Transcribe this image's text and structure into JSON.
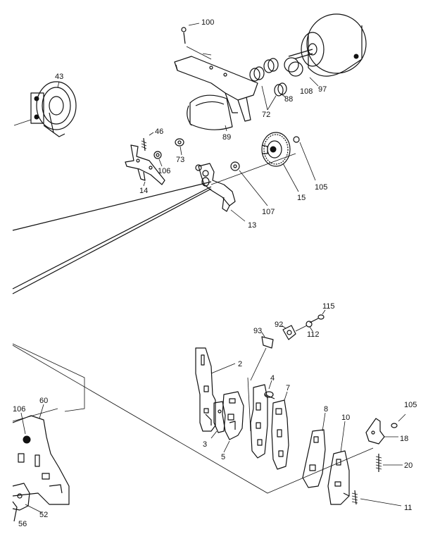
{
  "labels": {
    "p100": "100",
    "p43": "43",
    "p97": "97",
    "p108": "108",
    "p88": "88",
    "p72": "72",
    "p89": "89",
    "p46": "46",
    "p106a": "106",
    "p73": "73",
    "p14": "14",
    "p105a": "105",
    "p15": "15",
    "p107": "107",
    "p13": "13",
    "p115": "115",
    "p92": "92",
    "p112": "112",
    "p93": "93",
    "p2": "2",
    "p4": "4",
    "p7": "7",
    "p3": "3",
    "p5": "5",
    "p8": "8",
    "p10": "10",
    "p105b": "105",
    "p18": "18",
    "p20": "20",
    "p11": "11",
    "p106b": "106",
    "p60": "60",
    "p52": "52",
    "p56": "56"
  }
}
